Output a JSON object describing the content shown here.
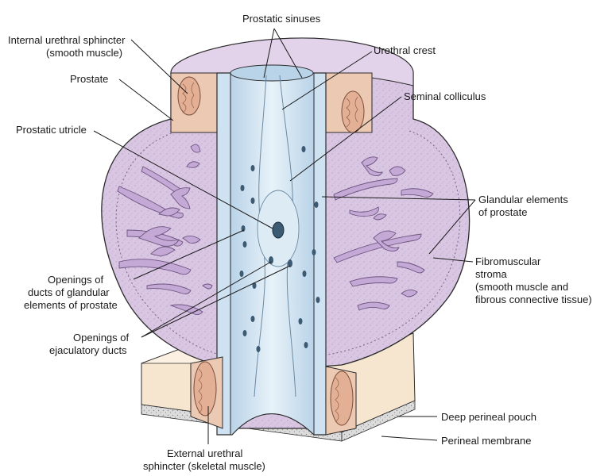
{
  "labels": {
    "prostatic_sinuses": "Prostatic sinuses",
    "internal_sphincter_1": "Internal urethral sphincter",
    "internal_sphincter_2": "(smooth muscle)",
    "urethral_crest": "Urethral crest",
    "prostate": "Prostate",
    "seminal_colliculus": "Seminal colliculus",
    "prostatic_utricle": "Prostatic utricle",
    "glandular_1": "Glandular elements",
    "glandular_2": "of prostate",
    "fibromuscular_1": "Fibromuscular",
    "fibromuscular_2": "stroma",
    "fibromuscular_3": "(smooth muscle and",
    "fibromuscular_4": "fibrous connective tissue)",
    "openings_ducts_1": "Openings of",
    "openings_ducts_2": "ducts of glandular",
    "openings_ducts_3": "elements of prostate",
    "openings_ejac_1": "Openings of",
    "openings_ejac_2": "ejaculatory ducts",
    "deep_perineal_pouch": "Deep perineal pouch",
    "perineal_membrane": "Perineal membrane",
    "external_sphincter_1": "External urethral",
    "external_sphincter_2": "sphincter (skeletal muscle)"
  },
  "colors": {
    "stroma": "#d9c6e3",
    "stroma_dark": "#b99ccb",
    "gland": "#c4a8d6",
    "lumen": "#cfe2f1",
    "lumen_light": "#e6f1f8",
    "muscle": "#ecc9b3",
    "muscle_fiber": "#b5806a",
    "pouch": "#f6e6d0",
    "membrane": "#d8d8d8",
    "outline": "#2b2b2b"
  }
}
